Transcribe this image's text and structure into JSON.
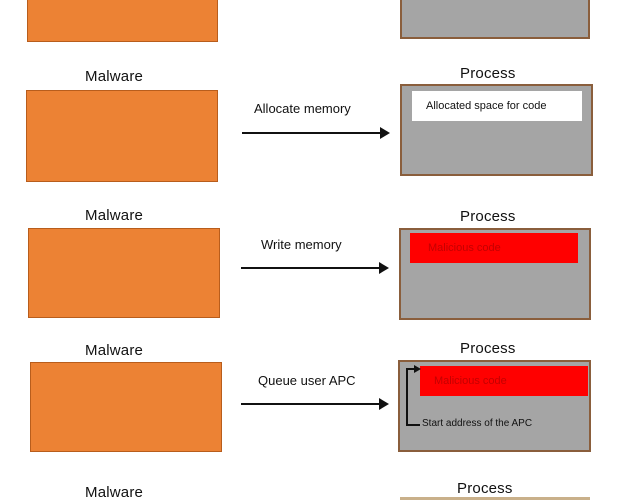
{
  "diagram": {
    "malware_title": "Malware",
    "process_title": "Process",
    "steps": [
      {
        "arrow_label": ""
      },
      {
        "arrow_label": "Allocate memory",
        "process_content": "Allocated space for code"
      },
      {
        "arrow_label": "Write memory",
        "process_content": "Malicious code"
      },
      {
        "arrow_label": "Queue user APC",
        "process_content": "Malicious code",
        "apc_label": "Start address of the APC"
      },
      {
        "arrow_label": ""
      }
    ]
  },
  "colors": {
    "malware_fill": "#ec8234",
    "process_fill": "#a5a5a5",
    "malicious_code": "#ff0000",
    "allocated_space": "#ffffff"
  }
}
